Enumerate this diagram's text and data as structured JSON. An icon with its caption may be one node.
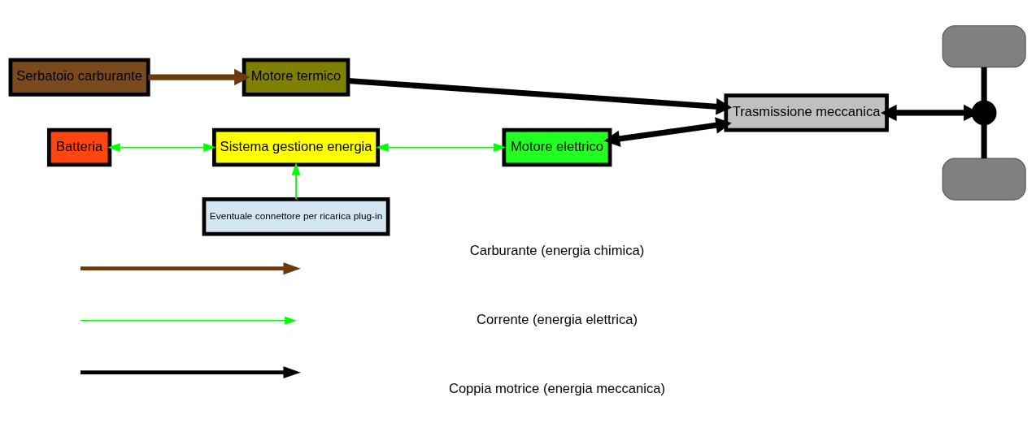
{
  "diagram": {
    "nodes": [
      {
        "text": [
          "Serbatoio carburante"
        ]
      },
      {
        "text": [
          "Motore termico"
        ]
      },
      {
        "text": [
          "Trasmissione meccanica"
        ]
      },
      {
        "text": [
          "Batteria"
        ]
      },
      {
        "text": [
          "Sistema gestione energia"
        ]
      },
      {
        "text": [
          "Motore elettrico"
        ]
      },
      {
        "text": [
          "Eventuale connettore per ricarica plug-in"
        ]
      },
      {
        "text": [],
        "shape": "box"
      },
      {
        "text": [],
        "shape": "circle"
      },
      {
        "text": [],
        "shape": "box"
      }
    ],
    "edges": [
      {
        "from": 0,
        "to": 1,
        "arrow": "to",
        "color": "#6b3a0f"
      },
      {
        "from": 1,
        "to": 2,
        "arrow": "to"
      },
      {
        "from": 5,
        "to": 2,
        "arrow": "both"
      },
      {
        "from": 3,
        "to": 4,
        "arrow": "both",
        "color": "#00ff00"
      },
      {
        "from": 4,
        "to": 5,
        "arrow": "both",
        "color": "#00ff00"
      },
      {
        "from": 6,
        "to": 4,
        "arrow": "to",
        "color": "#00ff00"
      },
      {
        "from": 2,
        "to": 8,
        "arrow": "both"
      },
      {
        "from": 8,
        "to": 7,
        "arrow": "none"
      },
      {
        "from": 8,
        "to": 9,
        "arrow": "none"
      }
    ],
    "legend": [
      {
        "text": "Carburante (energia chimica)"
      },
      {
        "text": "Corrente (energia elettrica)"
      },
      {
        "text": "Coppia motrice (energia meccanica)"
      }
    ]
  }
}
